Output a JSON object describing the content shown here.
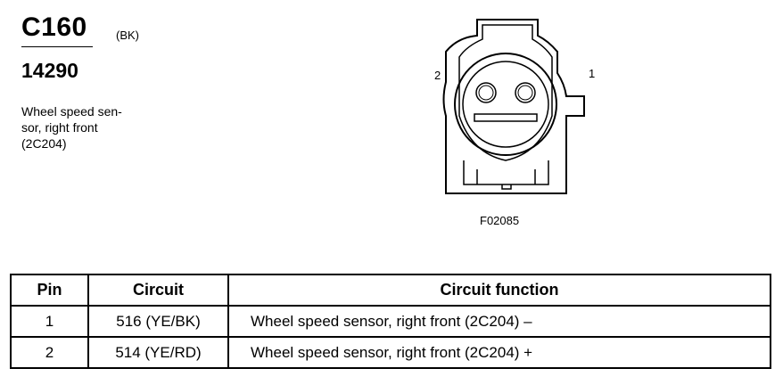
{
  "connector": {
    "id": "C160",
    "color_code": "(BK)",
    "part_number": "14290",
    "description_lines": [
      "Wheel speed sen-",
      "sor, right front",
      "(2C204)"
    ]
  },
  "diagram": {
    "pin_labels": [
      "2",
      "1"
    ],
    "figure_id": "F02085"
  },
  "table": {
    "headers": [
      "Pin",
      "Circuit",
      "Circuit function"
    ],
    "rows": [
      {
        "pin": "1",
        "circuit": "516 (YE/BK)",
        "function": "Wheel speed sensor, right front (2C204) –"
      },
      {
        "pin": "2",
        "circuit": "514 (YE/RD)",
        "function": "Wheel speed sensor, right front (2C204) +"
      }
    ]
  }
}
